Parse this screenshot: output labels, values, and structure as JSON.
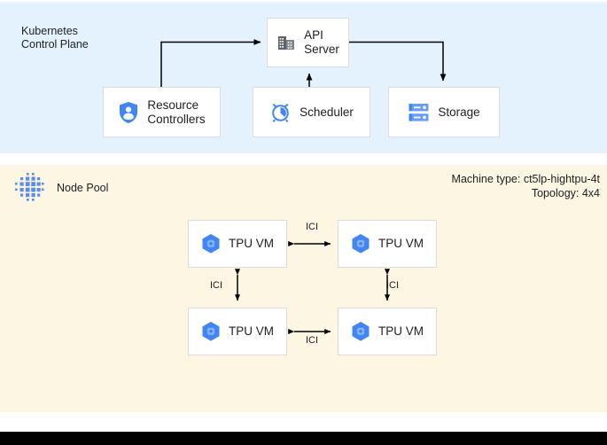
{
  "sections": {
    "control_plane": {
      "title": "Kubernetes\nControl Plane",
      "bg": "#e3f2fd"
    },
    "node_pool": {
      "title": "Node Pool",
      "bg": "#fdf6e3",
      "machine_type_line": "Machine type: ct5lp-hightpu-4t",
      "topology_line": "Topology: 4x4"
    }
  },
  "control_plane_nodes": [
    {
      "id": "api-server",
      "label": "API\nServer",
      "icon": "building-icon"
    },
    {
      "id": "resource-controllers",
      "label": "Resource\nControllers",
      "icon": "shield-person-icon"
    },
    {
      "id": "scheduler",
      "label": "Scheduler",
      "icon": "alarm-clock-icon"
    },
    {
      "id": "storage",
      "label": "Storage",
      "icon": "server-rack-icon"
    }
  ],
  "tpu_nodes": [
    {
      "id": "tpu-vm-1",
      "label": "TPU VM",
      "icon": "hexagon-gear-icon"
    },
    {
      "id": "tpu-vm-2",
      "label": "TPU VM",
      "icon": "hexagon-gear-icon"
    },
    {
      "id": "tpu-vm-3",
      "label": "TPU VM",
      "icon": "hexagon-gear-icon"
    },
    {
      "id": "tpu-vm-4",
      "label": "TPU VM",
      "icon": "hexagon-gear-icon"
    }
  ],
  "interconnect_labels": {
    "top": "ICI",
    "bottom": "ICI",
    "left": "ICI",
    "right": "ICI"
  },
  "colors": {
    "control_plane_bg": "#e3f2fd",
    "node_pool_bg": "#fdf6e3",
    "box_bg": "#ffffff",
    "box_border": "#dadce0",
    "accent_blue": "#4285f4",
    "icon_gray": "#5f6368",
    "text": "#202124",
    "arrow": "#000000",
    "bottom_bar": "#000000"
  }
}
